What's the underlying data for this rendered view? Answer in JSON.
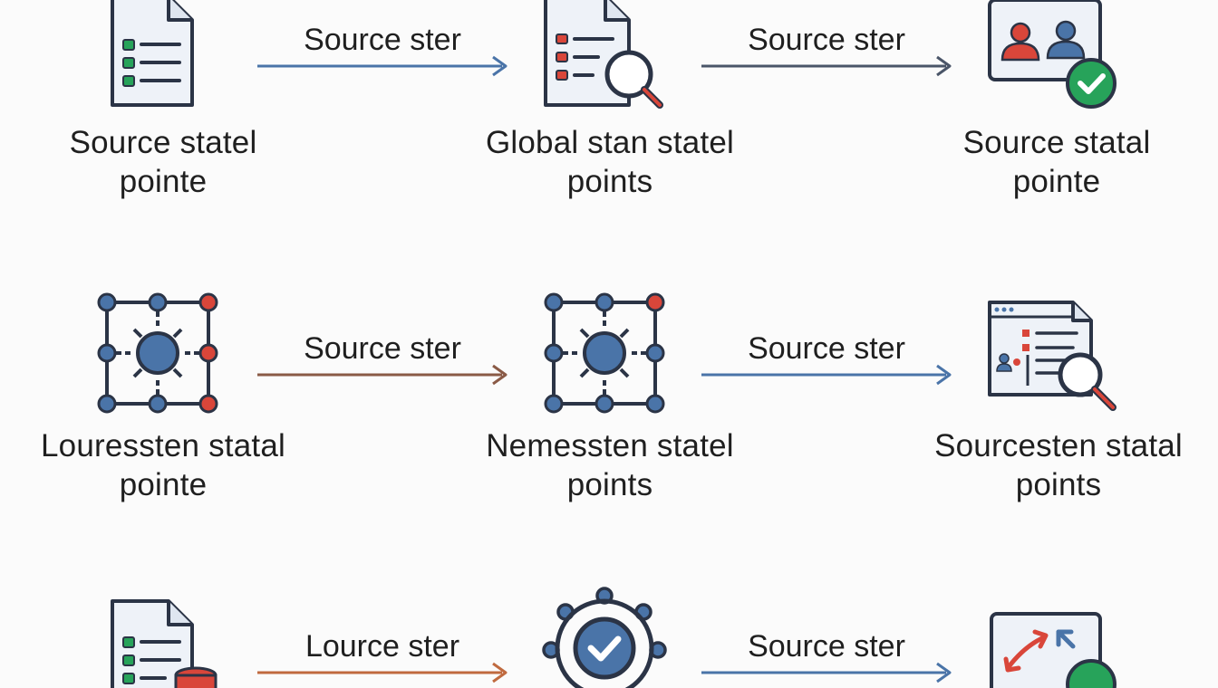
{
  "colors": {
    "blue": "#4a74a8",
    "dark": "#2b3446",
    "red": "#d9463a",
    "green": "#27a35a",
    "brown": "#8a5a46",
    "orange": "#c06a3f",
    "slate": "#4a5568",
    "paper": "#eef2f8"
  },
  "rows": [
    {
      "nodes": [
        {
          "icon": "document-list-icon",
          "line1": "Source statel",
          "line2": "pointe"
        },
        {
          "icon": "document-search-icon",
          "line1": "Global stan statel",
          "line2": "points"
        },
        {
          "icon": "users-verified-icon",
          "line1": "Source statal",
          "line2": "pointe"
        }
      ],
      "edges": [
        {
          "label": "Source ster",
          "color": "#4a74a8"
        },
        {
          "label": "Source ster",
          "color": "#4a5568"
        }
      ]
    },
    {
      "nodes": [
        {
          "icon": "network-grid-icon",
          "line1": "Louressten statal",
          "line2": "pointe"
        },
        {
          "icon": "network-grid-icon",
          "line1": "Nemessten statel",
          "line2": "points"
        },
        {
          "icon": "browser-search-icon",
          "line1": "Sourcesten statal",
          "line2": "points"
        }
      ],
      "edges": [
        {
          "label": "Source ster",
          "color": "#8a5a46"
        },
        {
          "label": "Source ster",
          "color": "#4a74a8"
        }
      ]
    },
    {
      "nodes": [
        {
          "icon": "document-database-icon"
        },
        {
          "icon": "gear-check-icon"
        },
        {
          "icon": "transfer-verified-icon"
        }
      ],
      "edges": [
        {
          "label": "Lource ster",
          "color": "#c06a3f"
        },
        {
          "label": "Source ster",
          "color": "#4a74a8"
        }
      ]
    }
  ]
}
